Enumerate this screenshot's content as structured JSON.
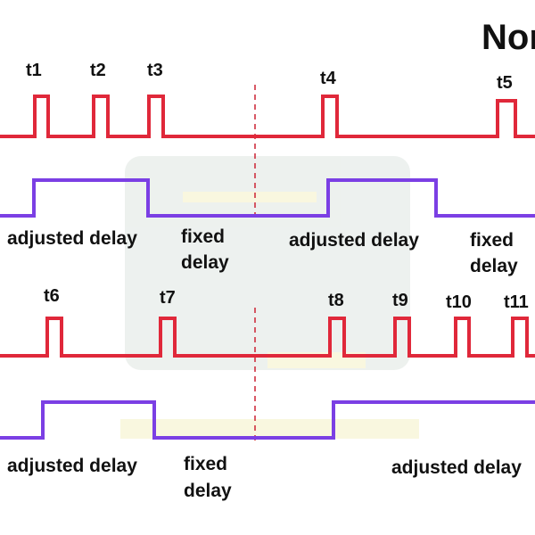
{
  "title": "Nor",
  "colors": {
    "pulse_red": "#e0283a",
    "gate_purple": "#7b3fe4",
    "divider": "#cc2233",
    "text": "#111111"
  },
  "rows": [
    {
      "pulse_labels": [
        "t1",
        "t2",
        "t3",
        "t4",
        "t5"
      ],
      "phase_labels": [
        {
          "line1": "adjusted delay",
          "line2": ""
        },
        {
          "line1": "fixed",
          "line2": "delay"
        },
        {
          "line1": "adjusted delay",
          "line2": ""
        },
        {
          "line1": "fixed",
          "line2": "delay"
        }
      ]
    },
    {
      "pulse_labels": [
        "t6",
        "t7",
        "t8",
        "t9",
        "t10",
        "t11"
      ],
      "phase_labels": [
        {
          "line1": "adjusted delay",
          "line2": ""
        },
        {
          "line1": "fixed",
          "line2": "delay"
        },
        {
          "line1": "adjusted delay",
          "line2": ""
        }
      ]
    }
  ]
}
